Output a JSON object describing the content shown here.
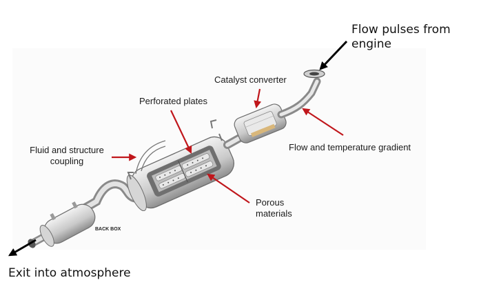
{
  "labels": {
    "flow_pulses": "Flow pulses from engine",
    "catalyst": "Catalyst converter",
    "perforated": "Perforated plates",
    "fluid_line1": "Fluid and structure",
    "fluid_line2": "coupling",
    "flow_temp": "Flow and temperature gradient",
    "porous_line1": "Porous",
    "porous_line2": "materials",
    "back_box": "BACK BOX",
    "exit": "Exit into atmosphere"
  },
  "colors": {
    "annotation_arrow": "#c0161b",
    "flow_arrow": "#000000",
    "metal_light": "#e6e6e6",
    "metal_mid": "#c4c4c4",
    "metal_dark": "#8a8a8a",
    "insulation": "#d9b77a"
  }
}
